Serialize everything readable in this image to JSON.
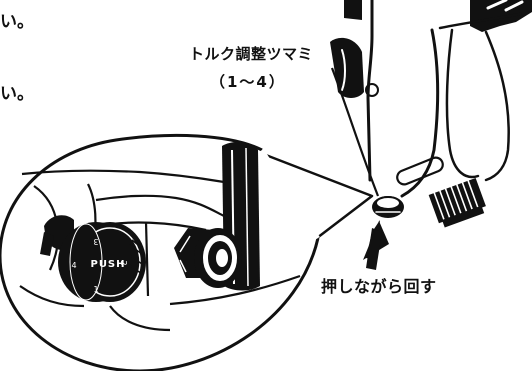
{
  "text_fragments": {
    "top_left": "い。",
    "middle_left": "い。"
  },
  "callouts": {
    "torque_dial_label": "トルク調整ツマミ",
    "torque_dial_range": "（1～4）",
    "instruction": "押しながら回す"
  },
  "dial_markings": {
    "center": "PUSH",
    "top": "3",
    "left": "4",
    "right": "2",
    "bottom": "1"
  },
  "colors": {
    "ink": "#111111",
    "background": "#ffffff"
  },
  "icons": {
    "pointer": "arrow-up-left-icon"
  }
}
